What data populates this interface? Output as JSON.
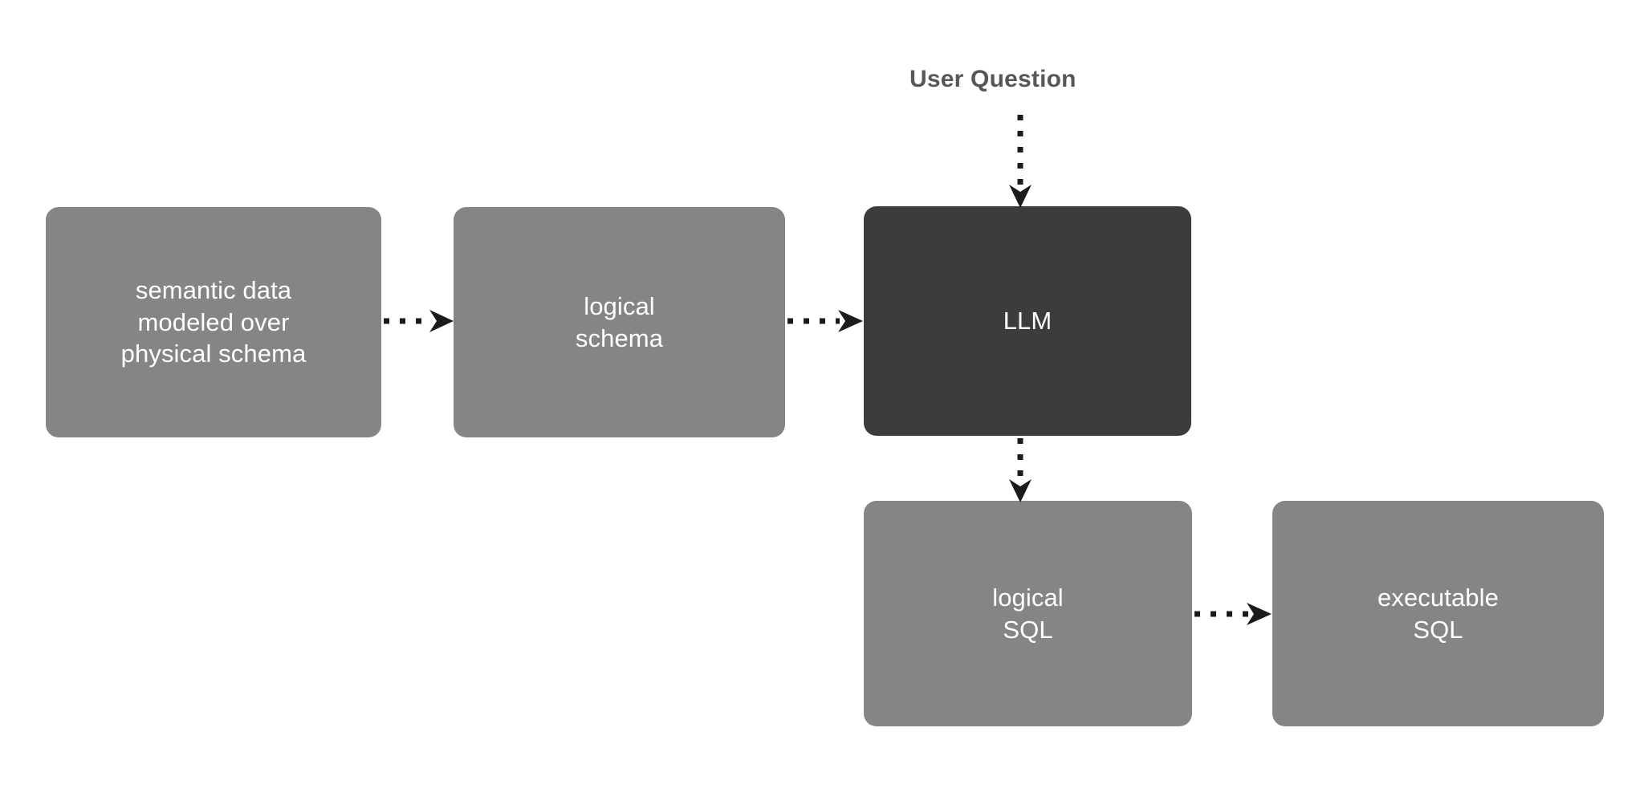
{
  "diagram": {
    "title_text": "User Question",
    "background_color": "#ffffff",
    "node_fill_gray": "#858585",
    "node_fill_dark": "#3d3c3b",
    "edge_color": "#1b1b1b",
    "caption_color": "#575757",
    "nodes": [
      {
        "id": "semantic-data",
        "label": "semantic data\nmodeled over\nphysical schema",
        "fill": "#858585",
        "text_color": "#ffffff"
      },
      {
        "id": "logical-schema",
        "label": "logical\nschema",
        "fill": "#858585",
        "text_color": "#ffffff"
      },
      {
        "id": "llm",
        "label": "LLM",
        "fill": "#3d3c3b",
        "text_color": "#ffffff"
      },
      {
        "id": "logical-sql",
        "label": "logical\nSQL",
        "fill": "#858585",
        "text_color": "#ffffff"
      },
      {
        "id": "executable-sql",
        "label": "executable\nSQL",
        "fill": "#858585",
        "text_color": "#ffffff"
      }
    ],
    "edges": [
      {
        "id": "semantic-to-logical-schema",
        "from": "semantic-data",
        "to": "logical-schema",
        "style": "dotted",
        "direction": "right"
      },
      {
        "id": "logical-schema-to-llm",
        "from": "logical-schema",
        "to": "llm",
        "style": "dotted",
        "direction": "right"
      },
      {
        "id": "user-question-to-llm",
        "from": "user-question",
        "to": "llm",
        "style": "dotted",
        "direction": "down"
      },
      {
        "id": "llm-to-logical-sql",
        "from": "llm",
        "to": "logical-sql",
        "style": "dotted",
        "direction": "down"
      },
      {
        "id": "logical-sql-to-executable-sql",
        "from": "logical-sql",
        "to": "executable-sql",
        "style": "dotted",
        "direction": "right"
      }
    ]
  }
}
